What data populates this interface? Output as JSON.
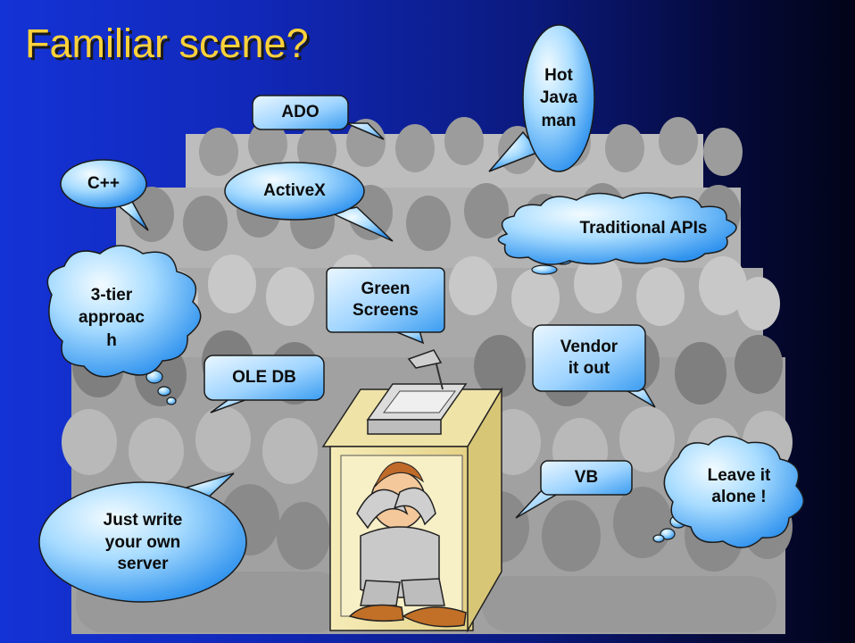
{
  "slide": {
    "title": "Familiar scene?",
    "bubbles": {
      "ado": "ADO",
      "hot_java": "Hot\nJava\nman",
      "cpp": "C++",
      "activex": "ActiveX",
      "traditional_apis": "Traditional APIs",
      "three_tier": "3-tier\napproac\nh",
      "green_screens": "Green\nScreens",
      "vendor": "Vendor\nit out",
      "ole_db": "OLE DB",
      "vb": "VB",
      "leave_alone": "Leave it\nalone !",
      "write_server": "Just write\nyour own\nserver"
    }
  },
  "colors": {
    "title": "#ffd23a",
    "background_left": "#1433d6",
    "background_right": "#020418",
    "bubble_light": "#eaf7ff",
    "bubble_dark": "#3aa0f2",
    "crowd": "#9a9a9a",
    "podium": "#f3e6a6"
  }
}
